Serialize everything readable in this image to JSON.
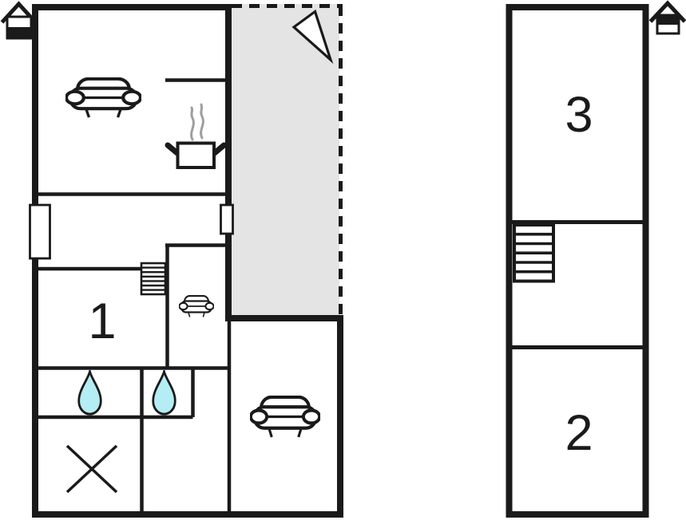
{
  "colors": {
    "wall": "#1a1a1a",
    "terrace_fill": "#e4e4e4",
    "water_drop_fill": "#b4edf4",
    "steam_gray": "#9e9e9e"
  },
  "ground_floor": {
    "room_labels": {
      "room1": "1"
    }
  },
  "upper_floor": {
    "room_labels": {
      "room3": "3",
      "room2": "2"
    }
  }
}
